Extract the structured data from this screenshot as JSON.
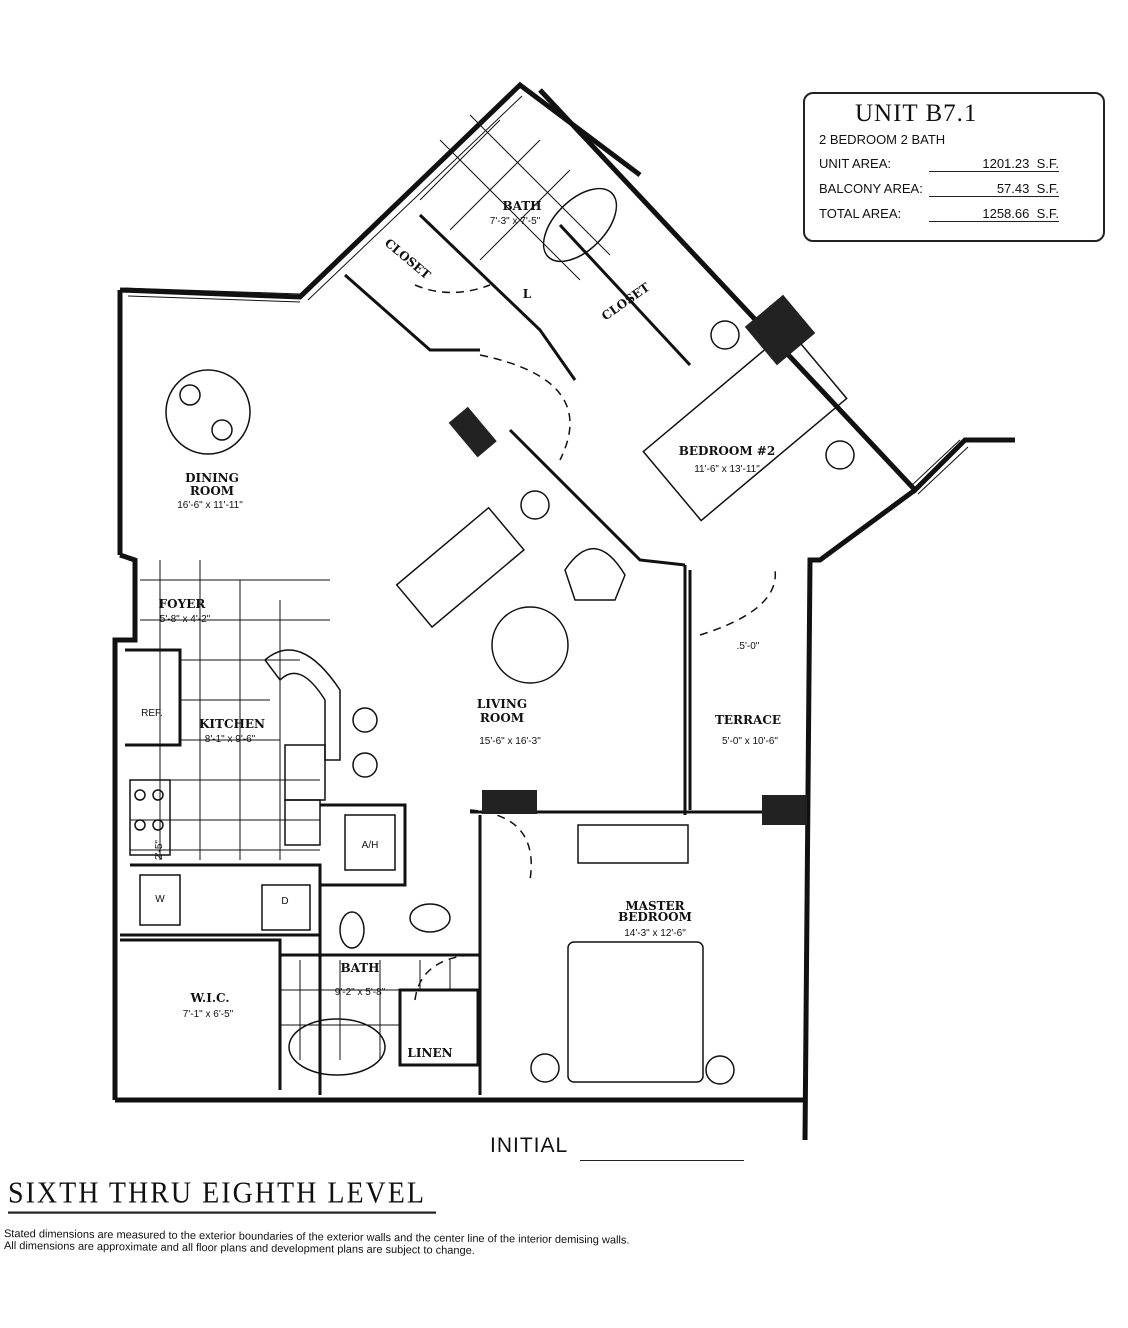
{
  "unit_box": {
    "unit": "UNIT B7.1",
    "rooms": "2 BEDROOM 2 BATH",
    "unit_area_label": "UNIT AREA:",
    "unit_area": "1201.23",
    "balcony_area_label": "BALCONY AREA:",
    "balcony_area": "57.43",
    "total_area_label": "TOTAL AREA:",
    "total_area": "1258.66",
    "unit_suffix": "S.F."
  },
  "rooms": {
    "dining": {
      "name1": "DINING",
      "name2": "ROOM",
      "dim": "16'-6\" x 11'-11\""
    },
    "foyer": {
      "name": "FOYER",
      "dim": "5'-8\" x 4'-2\""
    },
    "kitchen": {
      "name": "KITCHEN",
      "dim": "8'-1\" x 9'-6\""
    },
    "ref": "REF.",
    "washer": "W",
    "dryer": "D",
    "kitchen_dim": "2'-5\"",
    "ac": "A/H",
    "wic": {
      "name": "W.I.C.",
      "dim": "7'-1\" x 6'-5\""
    },
    "bath": {
      "name": "BATH",
      "dim": "9'-2\" x 5'-8\""
    },
    "linen": "LINEN",
    "living": {
      "name1": "LIVING",
      "name2": "ROOM",
      "dim": "15'-6\" x 16'-3\""
    },
    "master": {
      "name1": "MASTER",
      "name2": "BEDROOM",
      "dim": "14'-3\" x 12'-6\""
    },
    "terrace": {
      "name": "TERRACE",
      "dim": "5'-0\" x 10'-6\"",
      "width": ".5'-0\""
    },
    "bedroom2": {
      "name": "BEDROOM #2",
      "dim": "11'-6\" x 13'-11\""
    },
    "bath2": {
      "name": "BATH",
      "dim": "7'-3\" x 7'-5\""
    },
    "closet1": "CLOSET",
    "closet2": "CLOSET",
    "linen_closet": "L"
  },
  "footer": {
    "initial": "INITIAL",
    "title": "SIXTH THRU EIGHTH LEVEL",
    "note1": "Stated dimensions are measured to the exterior boundaries of the exterior walls and the center line of the interior demising walls.",
    "note2": "All dimensions are approximate and all floor plans and development plans are subject to change."
  }
}
